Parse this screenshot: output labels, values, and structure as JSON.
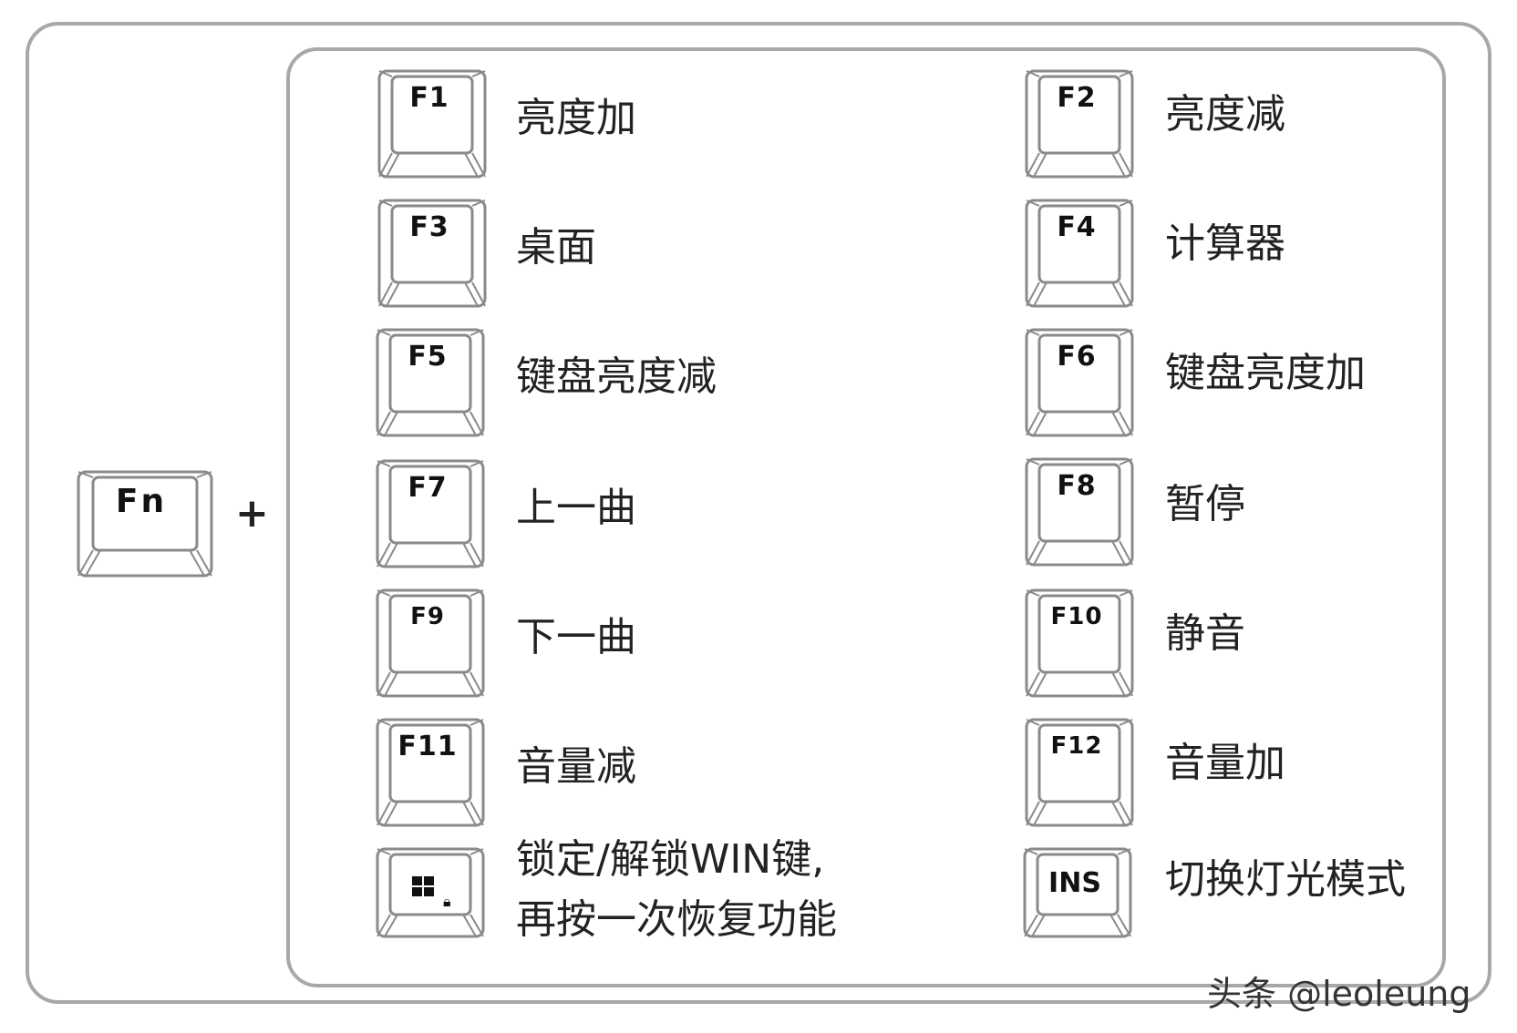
{
  "fn_key": {
    "label": "Fn"
  },
  "plus_sign": "+",
  "left_column": [
    {
      "key": "F1",
      "action": "亮度加"
    },
    {
      "key": "F3",
      "action": "桌面"
    },
    {
      "key": "F5",
      "action": "键盘亮度减"
    },
    {
      "key": "F7",
      "action": "上一曲"
    },
    {
      "key": "F9",
      "action": "下一曲"
    },
    {
      "key": "F11",
      "action": "音量减"
    },
    {
      "key_icon": "windows-lock-icon",
      "action_line1": "锁定/解锁WIN键,",
      "action_line2": "再按一次恢复功能"
    }
  ],
  "right_column": [
    {
      "key": "F2",
      "action": "亮度减"
    },
    {
      "key": "F4",
      "action": "计算器"
    },
    {
      "key": "F6",
      "action": "键盘亮度加"
    },
    {
      "key": "F8",
      "action": "暂停"
    },
    {
      "key": "F10",
      "action": "静音"
    },
    {
      "key": "F12",
      "action": "音量加"
    },
    {
      "key": "INS",
      "action": "切换灯光模式"
    }
  ],
  "watermark": "头条 @leoleung",
  "colors": {
    "border": "#a8a8a8",
    "keycap_outline": "#8a8a8a",
    "text": "#222222"
  }
}
